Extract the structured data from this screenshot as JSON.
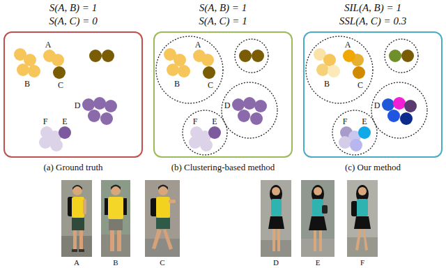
{
  "diagram": {
    "nodes": [
      {
        "text": [
          "S(A, B) = 1",
          "S(A, C) = 0",
          "(a) Ground truth"
        ]
      },
      {
        "text": [
          "S(A, B) = 1",
          "S(A, C) = 1",
          "(b) Clustering-based method"
        ]
      },
      {
        "text": [
          "SIL(A, B) = 1",
          "SSL(A, C) = 0.3",
          "(c) Our method"
        ]
      }
    ],
    "labels": [
      "A",
      "B",
      "C",
      "D",
      "E",
      "F",
      "A",
      "B",
      "C",
      "D",
      "E",
      "F",
      "A",
      "B",
      "C",
      "D",
      "E",
      "F",
      "A",
      "B",
      "C",
      "D",
      "E",
      "F"
    ]
  }
}
